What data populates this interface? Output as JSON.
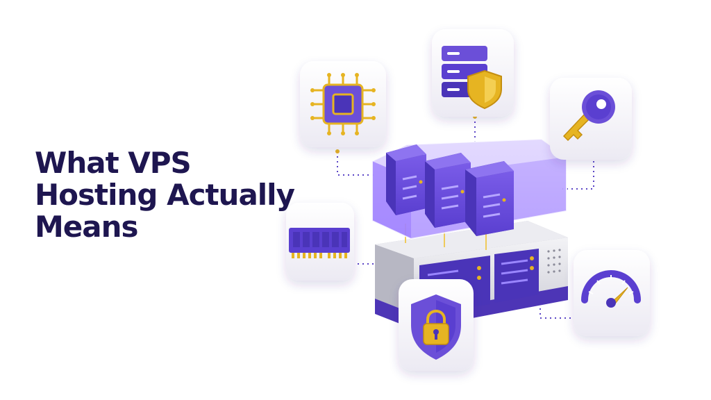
{
  "headline": {
    "line1": "What VPS",
    "line2": "Hosting Actually",
    "line3": "Means"
  },
  "colors": {
    "brand": "#1e1650",
    "accent": "#6b4fd8",
    "accent_dark": "#4a34b8",
    "gold": "#e6b422",
    "tile": "#f6f6f9"
  },
  "icons": [
    "cpu-chip-icon",
    "server-shield-icon",
    "key-icon",
    "ram-module-icon",
    "padlock-shield-icon",
    "speedometer-icon",
    "virtual-server-block-icon",
    "physical-server-icon"
  ]
}
